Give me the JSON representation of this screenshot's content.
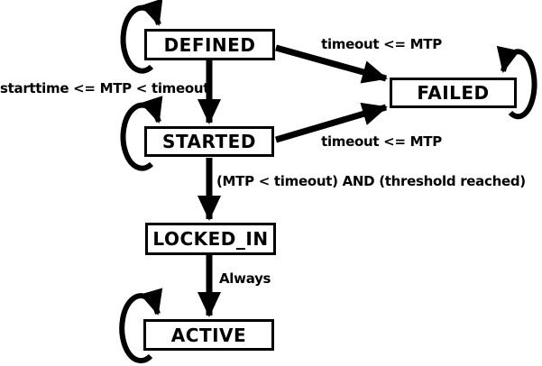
{
  "diagram": {
    "type": "state-machine",
    "colors": {
      "background": "#ffffff",
      "stroke": "#000000",
      "state_fill": "#ffffff",
      "text": "#000000"
    },
    "states": [
      {
        "id": "DEFINED",
        "label": "DEFINED",
        "self_loop": true
      },
      {
        "id": "FAILED",
        "label": "FAILED",
        "self_loop": true
      },
      {
        "id": "STARTED",
        "label": "STARTED",
        "self_loop": true
      },
      {
        "id": "LOCKED_IN",
        "label": "LOCKED_IN",
        "self_loop": false
      },
      {
        "id": "ACTIVE",
        "label": "ACTIVE",
        "self_loop": true
      }
    ],
    "transitions": [
      {
        "from": "DEFINED",
        "to": "FAILED",
        "label": "timeout <= MTP"
      },
      {
        "from": "DEFINED",
        "to": "STARTED",
        "label": "starttime <= MTP < timeout"
      },
      {
        "from": "STARTED",
        "to": "FAILED",
        "label": "timeout <= MTP"
      },
      {
        "from": "STARTED",
        "to": "LOCKED_IN",
        "label": "(MTP < timeout) AND (threshold reached)"
      },
      {
        "from": "LOCKED_IN",
        "to": "ACTIVE",
        "label": "Always"
      }
    ]
  }
}
